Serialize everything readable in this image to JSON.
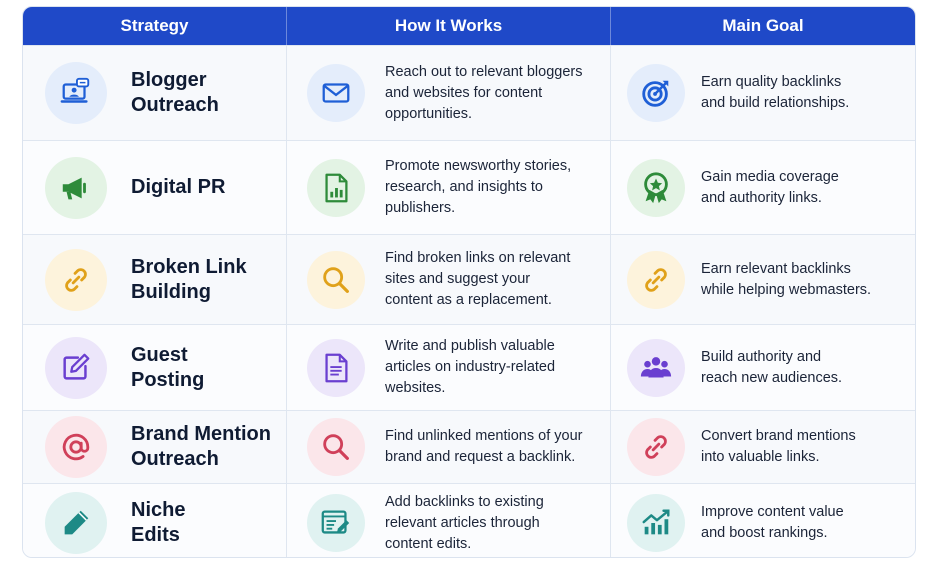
{
  "columns": [
    "Strategy",
    "How It Works",
    "Main Goal"
  ],
  "rows": [
    {
      "strategy": "Blogger\nOutreach",
      "how": "Reach out to relevant bloggers\nand websites for content\nopportunities.",
      "goal": "Earn quality backlinks\nand build relationships.",
      "strategy_icon": "laptop-chat-icon",
      "how_icon": "envelope-icon",
      "goal_icon": "target-icon",
      "accent": "#1f5fd6",
      "tint": "#e4edfb"
    },
    {
      "strategy": "Digital PR",
      "how": "Promote newsworthy stories,\nresearch, and insights to\npublishers.",
      "goal": "Gain media coverage\nand authority links.",
      "strategy_icon": "megaphone-icon",
      "how_icon": "document-chart-icon",
      "goal_icon": "award-badge-icon",
      "accent": "#2e8b3a",
      "tint": "#e3f3e4"
    },
    {
      "strategy": "Broken Link\nBuilding",
      "how": "Find broken links on relevant\nsites and suggest your\ncontent as a replacement.",
      "goal": "Earn relevant backlinks\nwhile helping webmasters.",
      "strategy_icon": "link-icon",
      "how_icon": "magnifier-icon",
      "goal_icon": "link-icon",
      "accent": "#e0a11a",
      "tint": "#fdf3dc"
    },
    {
      "strategy": "Guest\nPosting",
      "how": "Write and publish valuable\narticles on industry-related\nwebsites.",
      "goal": "Build authority and\nreach new audiences.",
      "strategy_icon": "edit-square-icon",
      "how_icon": "document-lines-icon",
      "goal_icon": "people-group-icon",
      "accent": "#6a3fd0",
      "tint": "#ece6fa"
    },
    {
      "strategy": "Brand Mention\nOutreach",
      "how": "Find unlinked mentions of your\nbrand and request a backlink.",
      "goal": "Convert brand mentions\ninto valuable links.",
      "strategy_icon": "at-sign-icon",
      "how_icon": "magnifier-icon",
      "goal_icon": "link-icon",
      "accent": "#d0405a",
      "tint": "#fbe6ea"
    },
    {
      "strategy": "Niche\nEdits",
      "how": "Add backlinks to existing\nrelevant articles through\ncontent edits.",
      "goal": "Improve content value\nand boost rankings.",
      "strategy_icon": "pencil-icon",
      "how_icon": "browser-edit-icon",
      "goal_icon": "growth-chart-icon",
      "accent": "#1d8a86",
      "tint": "#e0f2f1"
    }
  ]
}
